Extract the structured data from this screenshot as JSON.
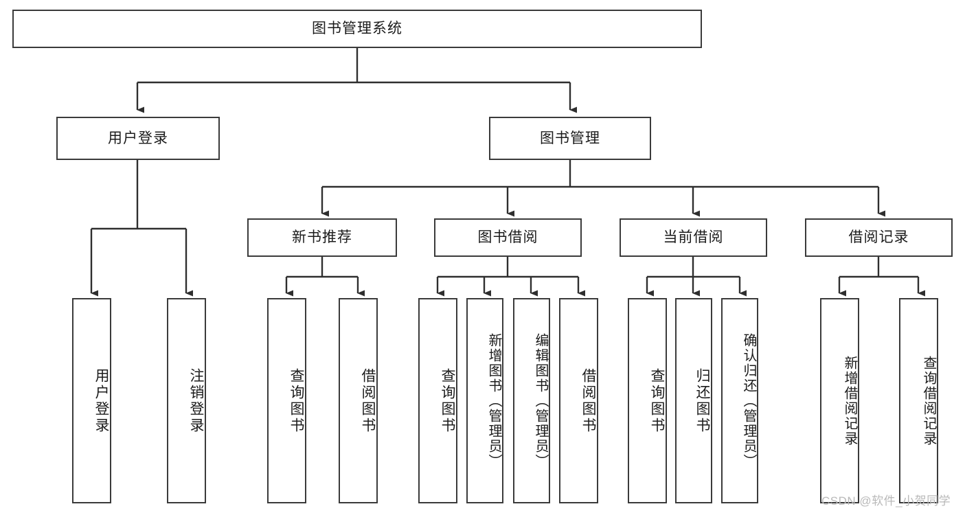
{
  "diagram": {
    "title": "图书管理系统",
    "type": "tree-hierarchy-flowchart",
    "colors": {
      "box_border": "#3a3a3a",
      "box_fill": "#ffffff",
      "connector": "#2e2e2e",
      "text": "#1b1b1b",
      "watermark": "#b9b9b9",
      "background": "#ffffff"
    },
    "levels": {
      "root": {
        "label": "图书管理系统"
      },
      "level2": [
        {
          "id": "user-login",
          "label": "用户登录"
        },
        {
          "id": "book-management",
          "label": "图书管理"
        }
      ],
      "level3": [
        {
          "id": "new-book-recommend",
          "label": "新书推荐",
          "parent": "book-management"
        },
        {
          "id": "book-borrow",
          "label": "图书借阅",
          "parent": "book-management"
        },
        {
          "id": "current-borrow",
          "label": "当前借阅",
          "parent": "book-management"
        },
        {
          "id": "borrow-record",
          "label": "借阅记录",
          "parent": "book-management"
        }
      ],
      "leaves": [
        {
          "id": "leaf-user-login",
          "label": "用户登录",
          "parent": "user-login"
        },
        {
          "id": "leaf-logout-login",
          "label": "注销登录",
          "parent": "user-login"
        },
        {
          "id": "leaf-query-book-1",
          "label": "查询图书",
          "parent": "new-book-recommend"
        },
        {
          "id": "leaf-borrow-book-1",
          "label": "借阅图书",
          "parent": "new-book-recommend"
        },
        {
          "id": "leaf-query-book-2",
          "label": "查询图书",
          "parent": "book-borrow"
        },
        {
          "id": "leaf-add-book",
          "label": "新增图书（管理员）",
          "parent": "book-borrow"
        },
        {
          "id": "leaf-edit-book",
          "label": "编辑图书（管理员）",
          "parent": "book-borrow"
        },
        {
          "id": "leaf-borrow-book-2",
          "label": "借阅图书",
          "parent": "book-borrow"
        },
        {
          "id": "leaf-query-book-3",
          "label": "查询图书",
          "parent": "current-borrow"
        },
        {
          "id": "leaf-return-book",
          "label": "归还图书",
          "parent": "current-borrow"
        },
        {
          "id": "leaf-confirm-return",
          "label": "确认归还（管理员）",
          "parent": "current-borrow"
        },
        {
          "id": "leaf-add-record",
          "label": "新增借阅记录",
          "parent": "borrow-record"
        },
        {
          "id": "leaf-query-record",
          "label": "查询借阅记录",
          "parent": "borrow-record"
        }
      ]
    },
    "watermark": "CSDN @软件_小贺同学"
  }
}
